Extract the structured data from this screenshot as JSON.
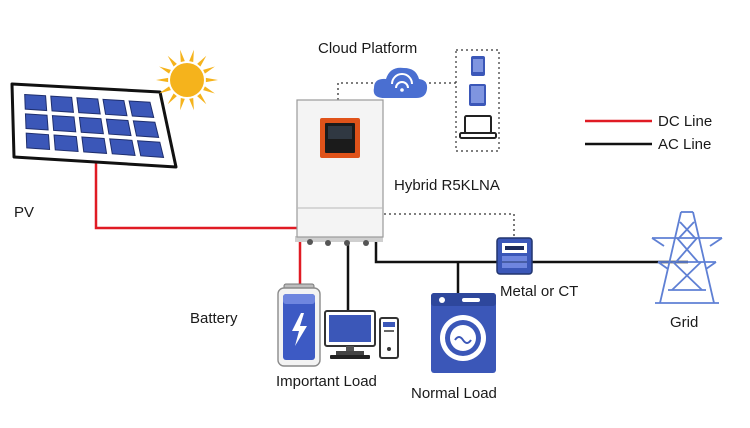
{
  "labels": {
    "cloud": "Cloud Platform",
    "pv": "PV",
    "inverter": "Hybrid R5KLNA",
    "battery": "Battery",
    "important_load": "Important Load",
    "normal_load": "Normal Load",
    "meter": "Metal or CT",
    "grid": "Grid"
  },
  "legend": {
    "dc": "DC Line",
    "ac": "AC Line"
  },
  "colors": {
    "dc_line": "#e01b24",
    "ac_line": "#111111",
    "device_blue": "#3b57b8",
    "sun": "#f5b31c",
    "inverter_accent": "#e0531a"
  },
  "icons": [
    "solar-panel-icon",
    "sun-icon",
    "cloud-wifi-icon",
    "phone-icon",
    "tablet-icon",
    "laptop-icon",
    "inverter-icon",
    "battery-icon",
    "desktop-computer-icon",
    "washing-machine-icon",
    "electric-meter-icon",
    "transmission-tower-icon"
  ]
}
